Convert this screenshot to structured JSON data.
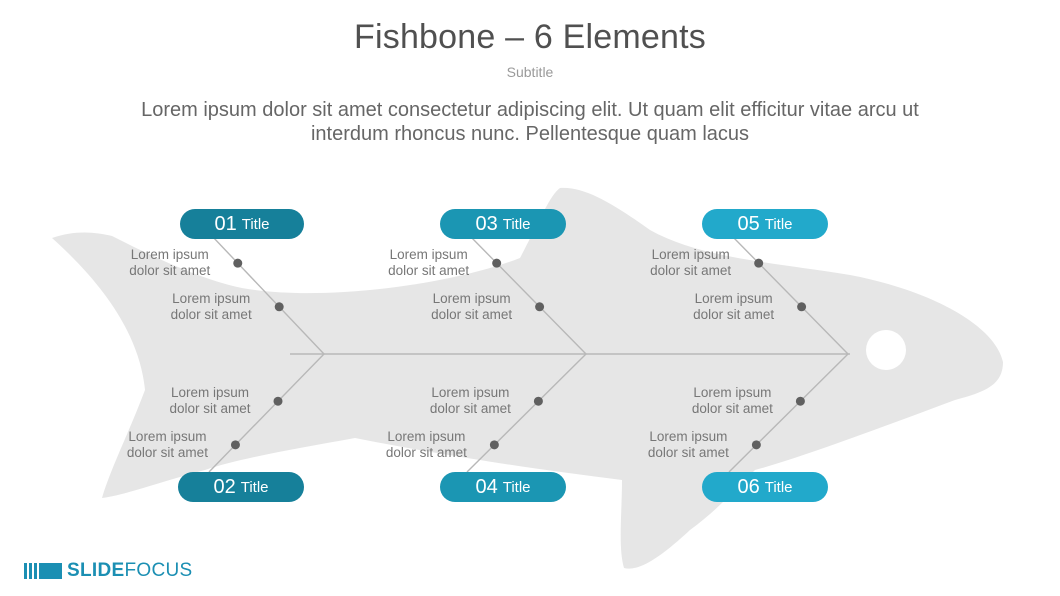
{
  "header": {
    "title": "Fishbone – 6 Elements",
    "subtitle": "Subtitle",
    "description": "Lorem ipsum dolor sit amet consectetur adipiscing elit. Ut quam elit efficitur vitae arcu ut interdum rhoncus nunc. Pellentesque quam lacus"
  },
  "colors": {
    "fish_silhouette": "#e6e6e6",
    "bone_line": "#b8b8b8",
    "dot": "#606060",
    "pill_dark": "#16809a",
    "pill_mid": "#1b96b3",
    "pill_light": "#22a9cb",
    "brand": "#1b8fb3"
  },
  "elements": [
    {
      "number": "01",
      "label": "Title",
      "items": [
        "Lorem ipsum\ndolor sit amet",
        "Lorem ipsum\ndolor sit amet"
      ]
    },
    {
      "number": "02",
      "label": "Title",
      "items": [
        "Lorem ipsum\ndolor sit amet",
        "Lorem ipsum\ndolor sit amet"
      ]
    },
    {
      "number": "03",
      "label": "Title",
      "items": [
        "Lorem ipsum\ndolor sit amet",
        "Lorem ipsum\ndolor sit amet"
      ]
    },
    {
      "number": "04",
      "label": "Title",
      "items": [
        "Lorem ipsum\ndolor sit amet",
        "Lorem ipsum\ndolor sit amet"
      ]
    },
    {
      "number": "05",
      "label": "Title",
      "items": [
        "Lorem ipsum\ndolor sit amet",
        "Lorem ipsum\ndolor sit amet"
      ]
    },
    {
      "number": "06",
      "label": "Title",
      "items": [
        "Lorem ipsum\ndolor sit amet",
        "Lorem ipsum\ndolor sit amet"
      ]
    }
  ],
  "logo": {
    "part1": "SLIDE",
    "part2": "FOCUS"
  }
}
